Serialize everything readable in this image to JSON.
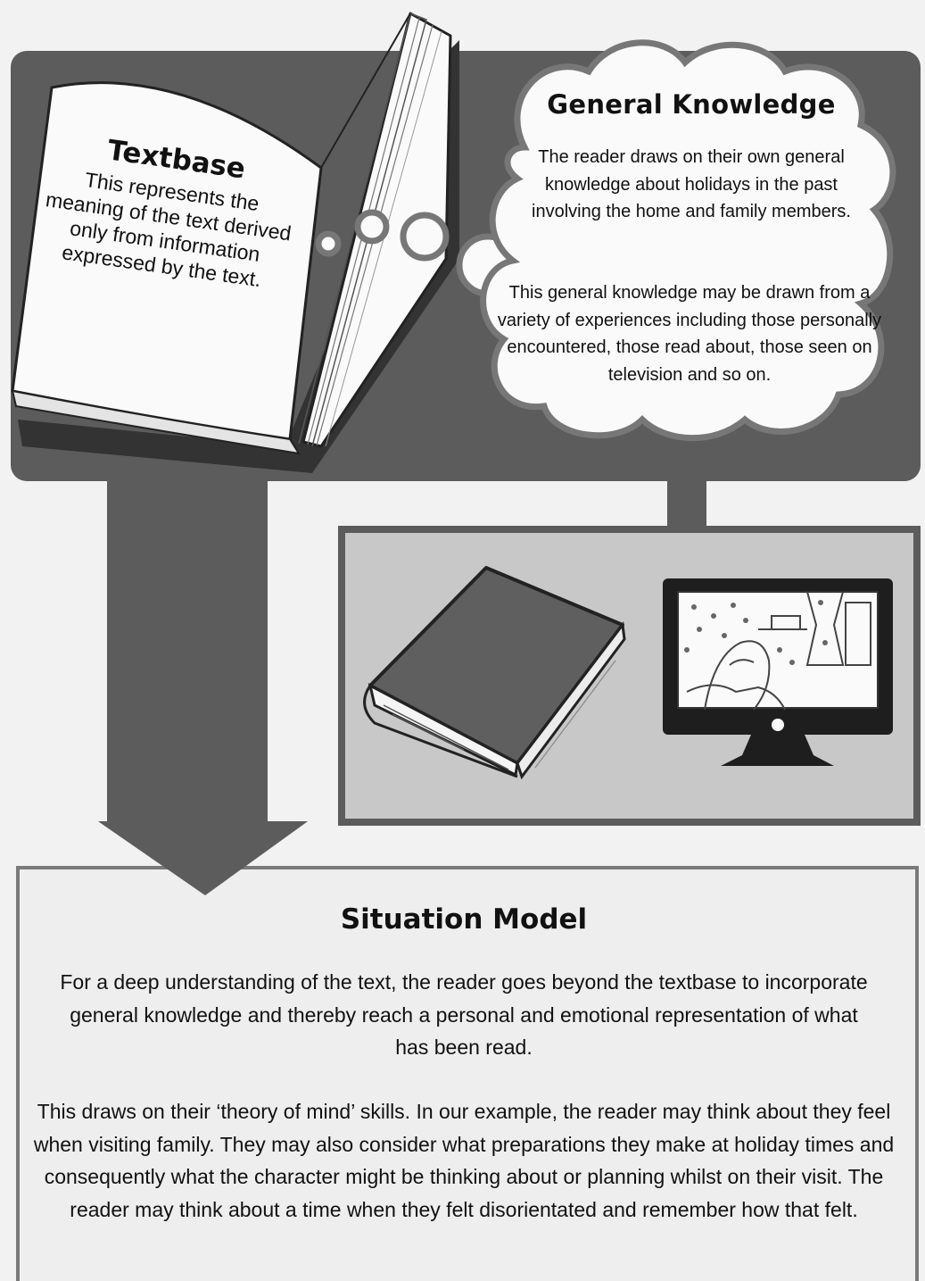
{
  "general_knowledge": {
    "title": "General Knowledge",
    "paragraph1": "The reader draws on their own general knowledge about holidays in the past involving the home and family members.",
    "paragraph2": "This general knowledge may be drawn from a variety of experiences including those personally encountered, those read about, those seen on television and so on."
  },
  "textbase": {
    "title": "Textbase",
    "text": "This represents the meaning of the text derived only from information expressed by the text."
  },
  "situation_model": {
    "title": "Situation Model",
    "paragraph1": "For a deep understanding of the text, the reader goes beyond the textbase to incorporate general knowledge and thereby reach a personal and emotional representation of what has been read.",
    "paragraph2": "This draws on their ‘theory of mind’ skills. In our example, the reader may think about they feel when visiting family. They may also consider what preparations they make at holiday times and consequently what the character might be thinking about or planning whilst on their visit. The reader may think about a time when they felt disorientated and remember how that felt."
  },
  "icons": [
    "open-book-icon",
    "thought-bubble-icon",
    "closed-book-icon",
    "television-icon",
    "arrow-down-icon",
    "arrow-up-icon"
  ],
  "colors": {
    "panel_dark": "#5c5c5c",
    "panel_light": "#c8c8c8",
    "page_bg": "#f2f2f2",
    "box_bg": "#eeeeee"
  }
}
